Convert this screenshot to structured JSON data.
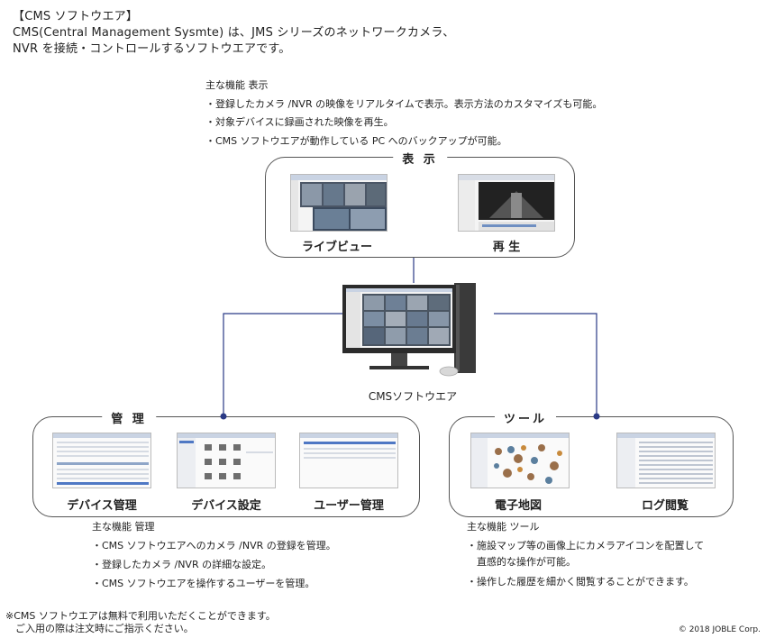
{
  "header": {
    "line1": "【CMS ソフトウエア】",
    "line2": "CMS(Central Management Sysmte) は、JMS シリーズのネットワークカメラ、",
    "line3": "NVR を接続・コントロールするソフトウエアです。"
  },
  "display": {
    "desc_title": "主な機能 表示",
    "desc_items": [
      "・登録したカメラ /NVR の映像をリアルタイムで表示。表示方法のカスタマイズも可能。",
      "・対象デバイスに録画された映像を再生。",
      "・CMS ソフトウエアが動作している PC へのバックアップが可能。"
    ],
    "title": "表 示",
    "items": [
      "ライブビュー",
      "再 生"
    ]
  },
  "center": {
    "label": "CMSソフトウエア"
  },
  "management": {
    "title": "管 理",
    "items": [
      "デバイス管理",
      "デバイス設定",
      "ユーザー管理"
    ],
    "desc_title": "主な機能 管理",
    "desc_items": [
      "・CMS ソフトウエアへのカメラ /NVR の登録を管理。",
      "・登録したカメラ /NVR の詳細な設定。",
      "・CMS ソフトウエアを操作するユーザーを管理。"
    ]
  },
  "tools": {
    "title": "ツール",
    "items": [
      "電子地図",
      "ログ閲覧"
    ],
    "desc_title": "主な機能 ツール",
    "desc_items": [
      "・施設マップ等の画像上にカメラアイコンを配置して",
      "　直感的な操作が可能。",
      "・操作した履歴を細かく閲覧することができます。"
    ]
  },
  "footnote": {
    "line1": "※CMS ソフトウエアは無料で利用いただくことができます。",
    "line2": "　ご入用の際は注文時にご指示ください。"
  },
  "copyright": "© 2018 JOBLE Corp.",
  "colors": {
    "connector": "#2a3a86",
    "box_border": "#555555"
  }
}
